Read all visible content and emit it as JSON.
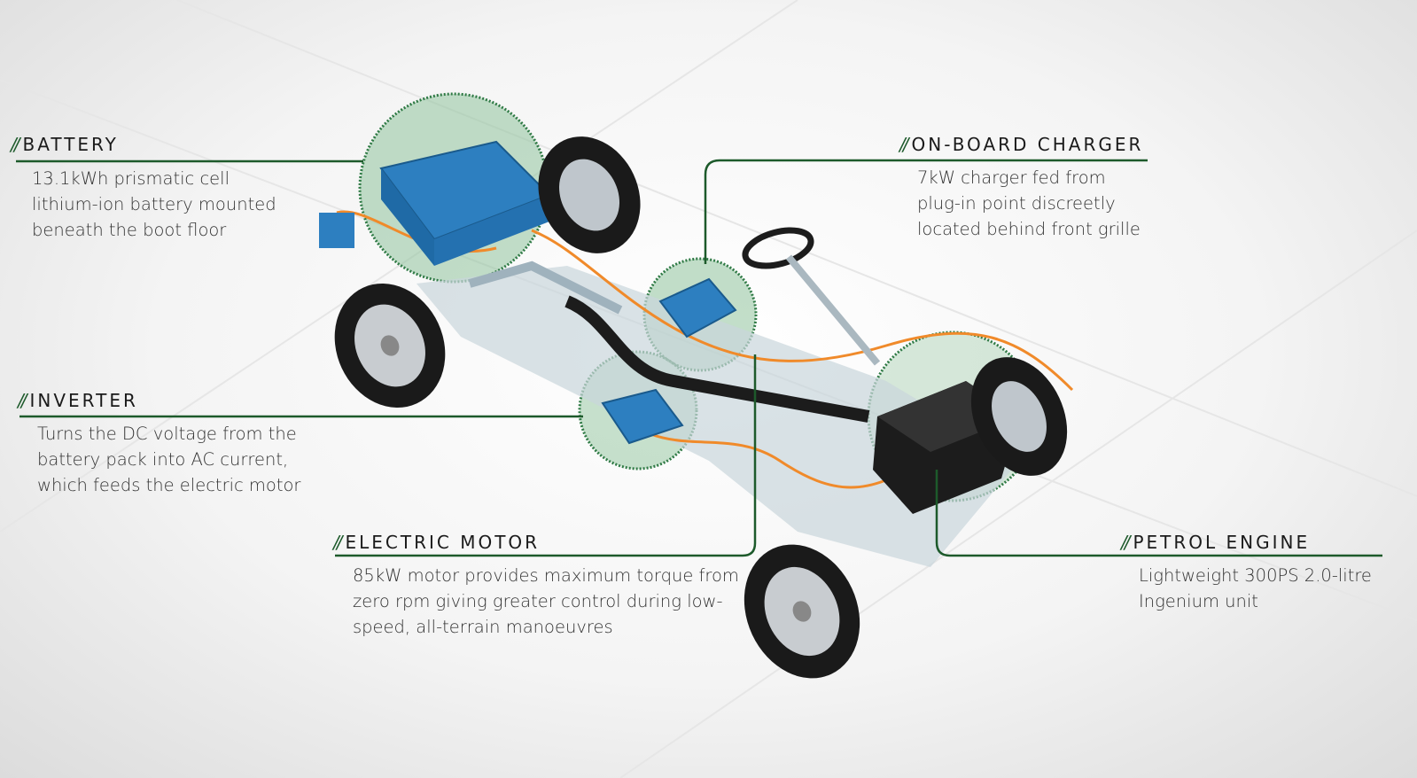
{
  "colors": {
    "accent": "#1d5a2b",
    "component": "#2d7fc0",
    "cable": "#f08a2a",
    "highlight": "#7fb58e"
  },
  "callouts": {
    "battery": {
      "prefix": "//",
      "title": "BATTERY",
      "lines": [
        "13.1kWh prismatic cell",
        "lithium-ion battery mounted",
        "beneath the boot floor"
      ]
    },
    "charger": {
      "prefix": "//",
      "title": "ON-BOARD CHARGER",
      "lines": [
        "7kW charger fed from",
        "plug-in point discreetly",
        "located behind front grille"
      ]
    },
    "inverter": {
      "prefix": "//",
      "title": "INVERTER",
      "lines": [
        "Turns the DC voltage from the",
        "battery pack into AC current,",
        "which feeds the electric motor"
      ]
    },
    "motor": {
      "prefix": "//",
      "title": "ELECTRIC MOTOR",
      "lines": [
        "85kW motor provides maximum torque from",
        "zero rpm giving greater control during low-",
        "speed, all-terrain manoeuvres"
      ]
    },
    "engine": {
      "prefix": "//",
      "title": "PETROL ENGINE",
      "lines": [
        "Lightweight 300PS 2.0-litre",
        "Ingenium unit"
      ]
    }
  }
}
